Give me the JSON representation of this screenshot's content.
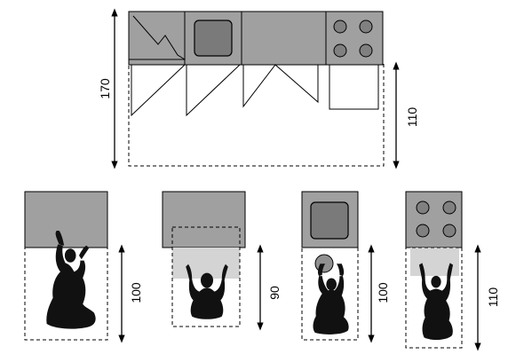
{
  "colors": {
    "counter": "#a0a0a0",
    "sink": "#7a7a7a",
    "burner": "#808080",
    "access_zone": "#d4d4d4",
    "silhouette": "#111111",
    "line": "#000000"
  },
  "plan": {
    "total_depth_label": "170",
    "door_clearance_label": "110"
  },
  "positions": [
    {
      "id": "counter-work",
      "depth_label": "100"
    },
    {
      "id": "cabinet-access",
      "depth_label": "90"
    },
    {
      "id": "sink-work",
      "depth_label": "100"
    },
    {
      "id": "stove-work",
      "depth_label": "110"
    }
  ]
}
